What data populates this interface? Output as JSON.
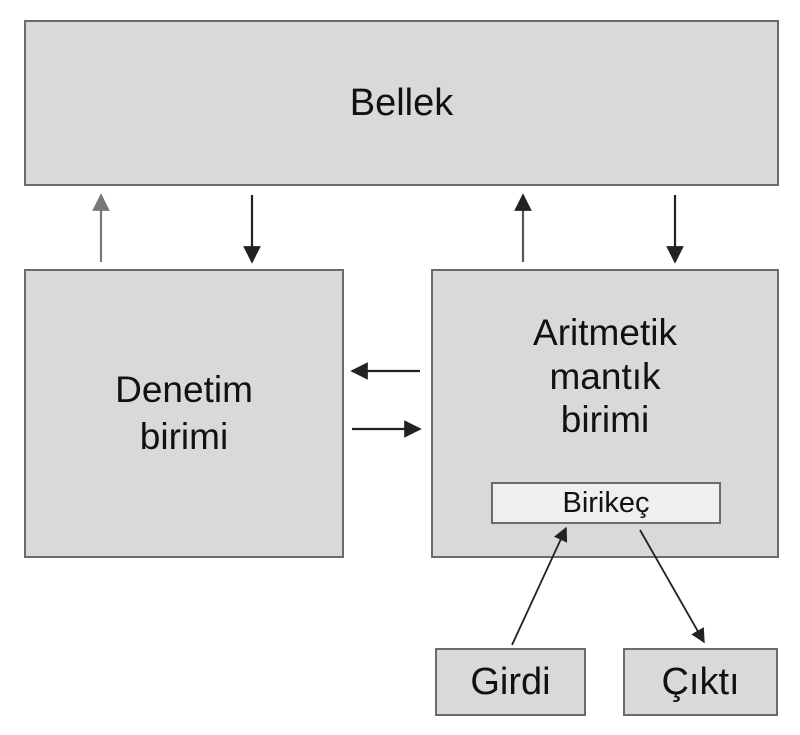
{
  "nodes": {
    "memory": "Bellek",
    "control": [
      "Denetim",
      "birimi"
    ],
    "alu": [
      "Aritmetik",
      "mantık",
      "birimi"
    ],
    "accumulator": "Birikeç",
    "input": "Girdi",
    "output": "Çıktı"
  },
  "colors": {
    "box_fill": "#d9d9d9",
    "accumulator_fill": "#efefef",
    "border": "#6b6b6b",
    "arrow": "#222222"
  }
}
